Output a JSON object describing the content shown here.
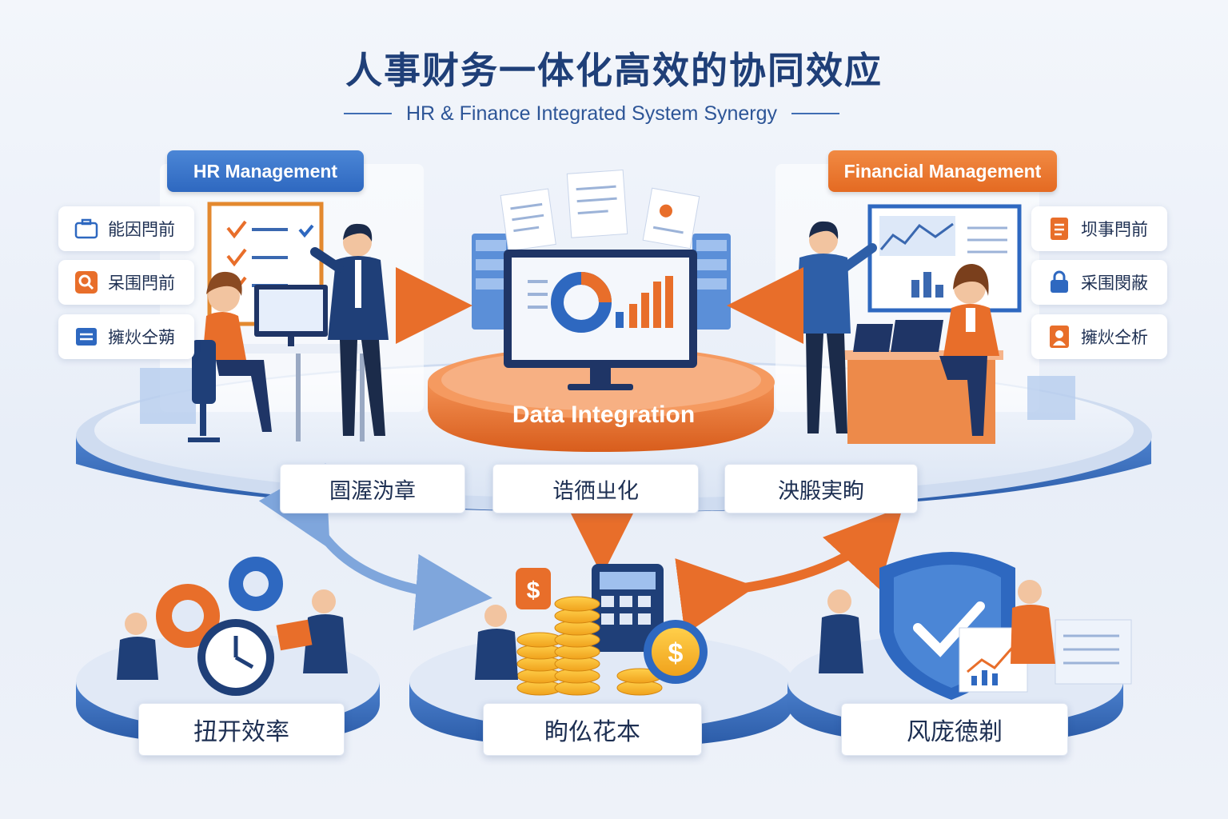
{
  "title": "人事财务一体化高效的协同效应",
  "subtitle": "HR & Finance  Integrated System Synergy",
  "hr": {
    "label": "HR Management",
    "items": [
      {
        "icon": "briefcase-icon",
        "label": "能因閂前"
      },
      {
        "icon": "search-icon",
        "label": "呆围閂前"
      },
      {
        "icon": "id-card-icon",
        "label": "擁炏仝蒴"
      }
    ]
  },
  "finance": {
    "label": "Financial Management",
    "items": [
      {
        "icon": "document-icon",
        "label": "坝事閂前"
      },
      {
        "icon": "lock-icon",
        "label": "采围閔蔽"
      },
      {
        "icon": "user-icon",
        "label": "擁炏仝析"
      }
    ]
  },
  "center": {
    "label": "Data Integration"
  },
  "features": [
    "圄渥沩章",
    "诰徆ㄓ化",
    "泱腶実眗"
  ],
  "benefits": [
    "扭开效率",
    "眗仫花本",
    "风庞徳剃"
  ],
  "colors": {
    "blue": "#2e68c0",
    "orange": "#e86e2a",
    "navy": "#1f3f78"
  }
}
